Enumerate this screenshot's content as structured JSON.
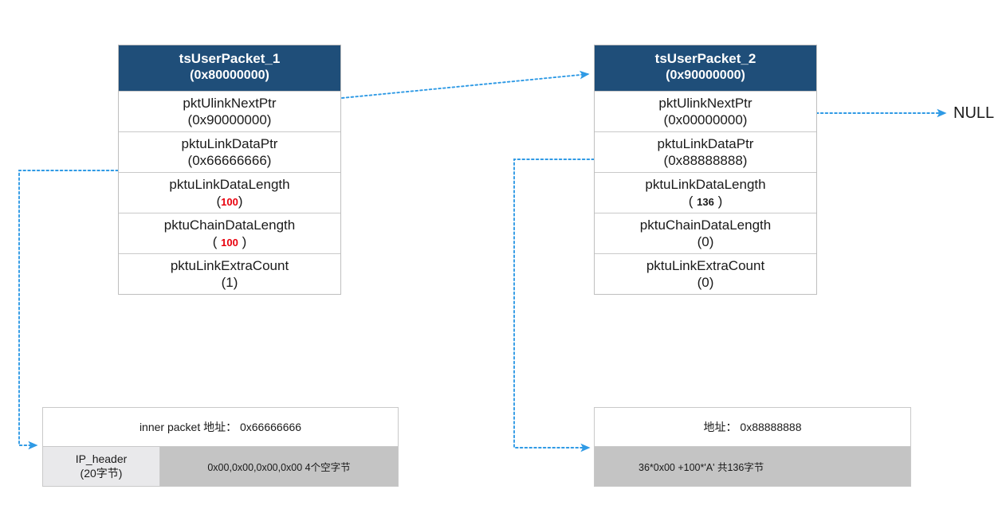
{
  "diagram": {
    "title": "tsUserPacket chain diagram",
    "accent_color": "#1f4e79",
    "arrow_color": "#2f9ae5",
    "highlight_color": "#e8000d"
  },
  "structs": [
    {
      "id": "tsUserPacket_1",
      "header_title": "tsUserPacket_1",
      "header_address": "(0x80000000)",
      "rows": [
        {
          "field": "pktUlinkNextPtr",
          "value": "(0x90000000)",
          "highlight": false
        },
        {
          "field": "pktuLinkDataPtr",
          "value": "(0x66666666)",
          "highlight": false
        },
        {
          "field": "pktuLinkDataLength",
          "value": "100",
          "value_prefix": "(",
          "value_suffix": ")",
          "highlight": true
        },
        {
          "field": "pktuChainDataLength",
          "value": "100",
          "value_prefix": "(  ",
          "value_suffix": "   )",
          "highlight": true
        },
        {
          "field": "pktuLinkExtraCount",
          "value": "(1)",
          "highlight": false
        }
      ]
    },
    {
      "id": "tsUserPacket_2",
      "header_title": "tsUserPacket_2",
      "header_address": "(0x90000000)",
      "rows": [
        {
          "field": "pktUlinkNextPtr",
          "value": "(0x00000000)",
          "highlight": false
        },
        {
          "field": "pktuLinkDataPtr",
          "value": "(0x88888888)",
          "highlight": false
        },
        {
          "field": "pktuLinkDataLength",
          "value": "136",
          "value_prefix": "( ",
          "value_suffix": " )",
          "highlight": false,
          "small": true
        },
        {
          "field": "pktuChainDataLength",
          "value": "(0)",
          "highlight": false
        },
        {
          "field": "pktuLinkExtraCount",
          "value": "(0)",
          "highlight": false
        }
      ]
    }
  ],
  "memory_blocks": [
    {
      "id": "inner-packet-buffer",
      "address_label": "inner packet 地址： 0x66666666",
      "header_cell": {
        "line1": "IP_header",
        "line2": "(20字节)"
      },
      "body_text": "0x00,0x00,0x00,0x00 4个空字节"
    },
    {
      "id": "payload-buffer",
      "address_label": "地址： 0x88888888",
      "header_cell": null,
      "body_text": "36*0x00 +100*'A' 共136字节"
    }
  ],
  "labels": {
    "null_pointer": "NULL"
  }
}
